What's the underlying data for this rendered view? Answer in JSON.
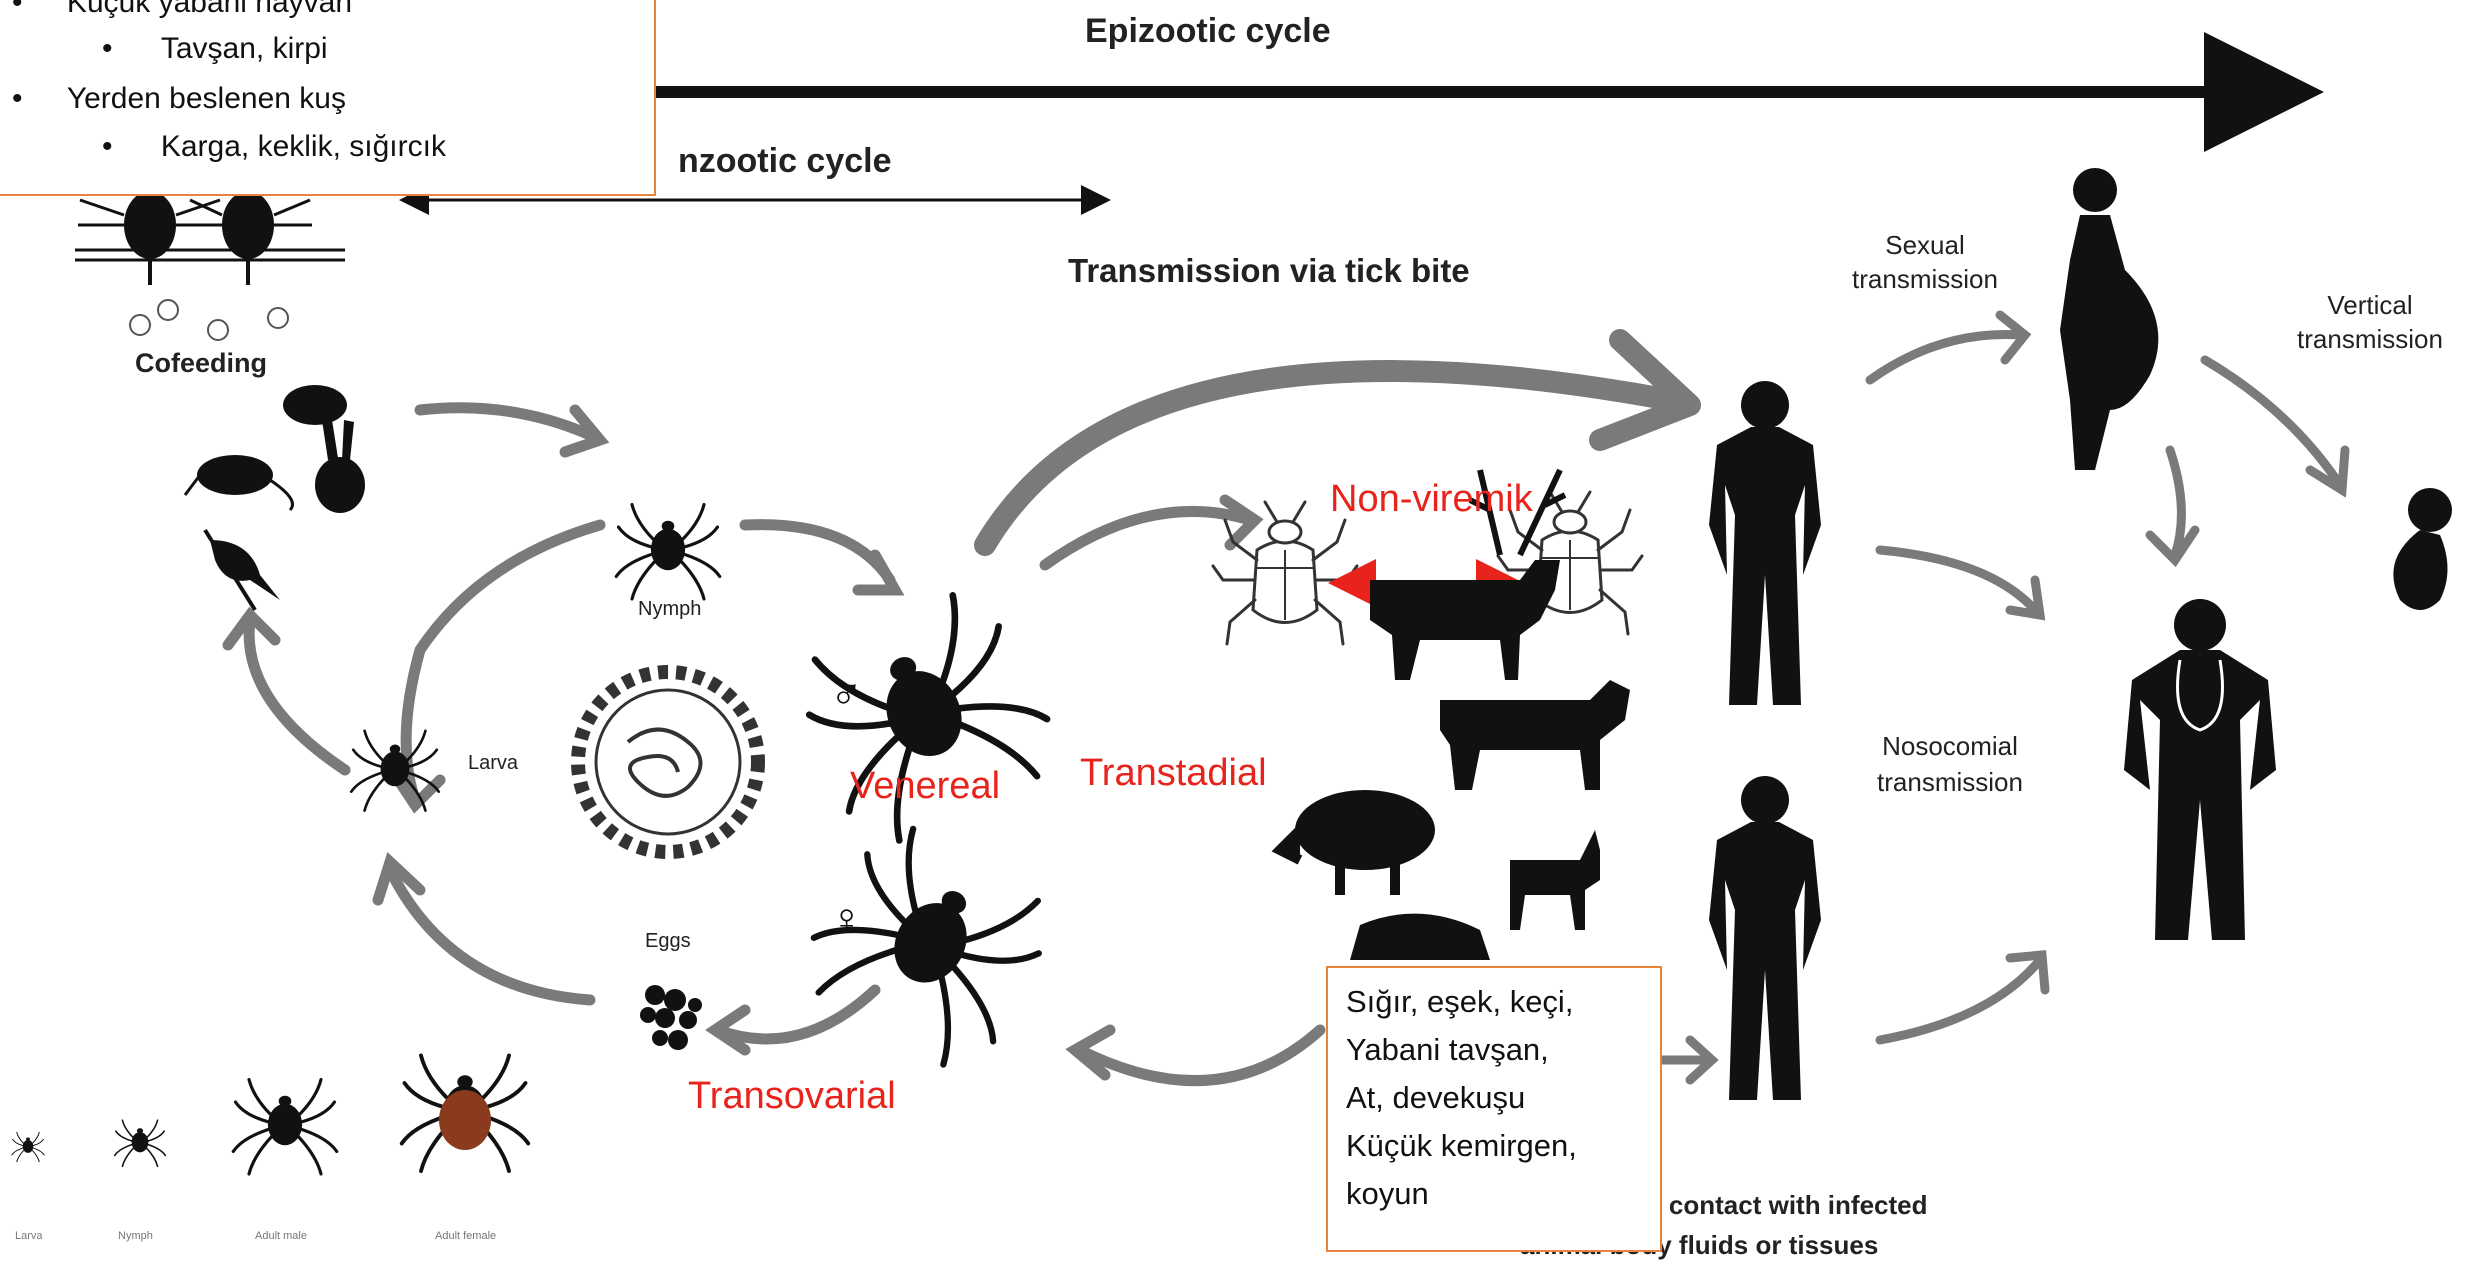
{
  "cycles": {
    "epizootic": "Epizootic cycle",
    "enzootic": "nzootic cycle"
  },
  "transmission": {
    "tick_bite": "Transmission via tick bite",
    "sexual": [
      "Sexual",
      "transmission"
    ],
    "vertical": [
      "Vertical",
      "transmission"
    ],
    "nosocomial": [
      "Nosocomial",
      "transmission"
    ],
    "contact": [
      "ia contact with infected",
      "animal body fluids or tissues"
    ]
  },
  "stages": {
    "cofeeding": "Cofeeding",
    "nymph": "Nymph",
    "larva": "Larva",
    "eggs": "Eggs"
  },
  "overlay_labels": {
    "non_viremik": "Non-viremik",
    "venereal": "Venereal",
    "transtadial": "Transtadial",
    "transovarial": "Transovarial"
  },
  "symbols": {
    "male": "♂",
    "female": "♀"
  },
  "top_left_box": {
    "items": [
      {
        "level": 1,
        "bullet": "•",
        "text": "Küçük yabani hayvan"
      },
      {
        "level": 2,
        "bullet": "•",
        "text": "Tavşan, kirpi"
      },
      {
        "level": 1,
        "bullet": "•",
        "text": "Yerden beslenen kuş"
      },
      {
        "level": 2,
        "bullet": "•",
        "text": "Karga, keklik, sığırcık"
      }
    ]
  },
  "hosts_box": {
    "lines": [
      "Sığır, eşek, keçi,",
      "Yabani tavşan,",
      "At, devekuşu",
      "Küçük kemirgen,",
      "koyun"
    ]
  },
  "bottom_tick_captions": [
    "Larva",
    "Nymph",
    "Adult male",
    "Adult female"
  ],
  "colors": {
    "arrow_gray": "#7a7a7a",
    "silhouette": "#111111",
    "red_label": "#e8231b",
    "box_border": "#e8853a"
  }
}
